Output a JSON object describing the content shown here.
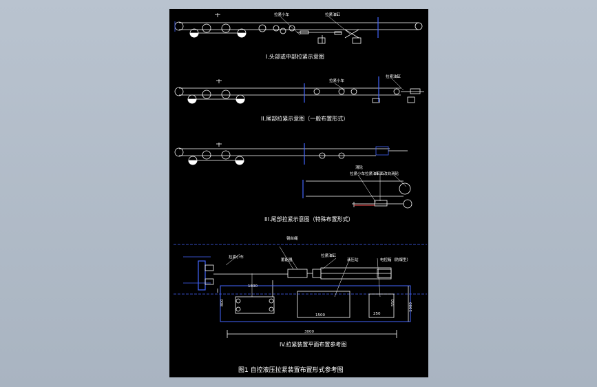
{
  "diagram": {
    "section1": {
      "caption": "I.头部或中部拉紧示意图",
      "labels": [
        "拉紧小车",
        "拉紧油缸"
      ]
    },
    "section2": {
      "caption": "II.尾部拉紧示意图（一般布置形式）",
      "labels": [
        "拉紧小车",
        "拉紧油缸"
      ]
    },
    "section3": {
      "caption": "III.尾部拉紧示意图（特殊布置形式）",
      "labels": [
        "滑轮",
        "拉紧小车",
        "拉紧油缸",
        "平面改向滑轮"
      ]
    },
    "section4": {
      "caption": "IV.拉紧装置平面布置参考图",
      "top_label": "钢丝绳",
      "labels": [
        "拉紧小车",
        "蓄能器",
        "拉紧油缸",
        "液压站",
        "电控箱（防爆型）"
      ],
      "dims": [
        "1800",
        "800",
        "1500",
        "3000",
        "1000",
        "250",
        "550"
      ]
    },
    "figure_title": "图1 自控液压拉紧装置布置形式参考图"
  }
}
